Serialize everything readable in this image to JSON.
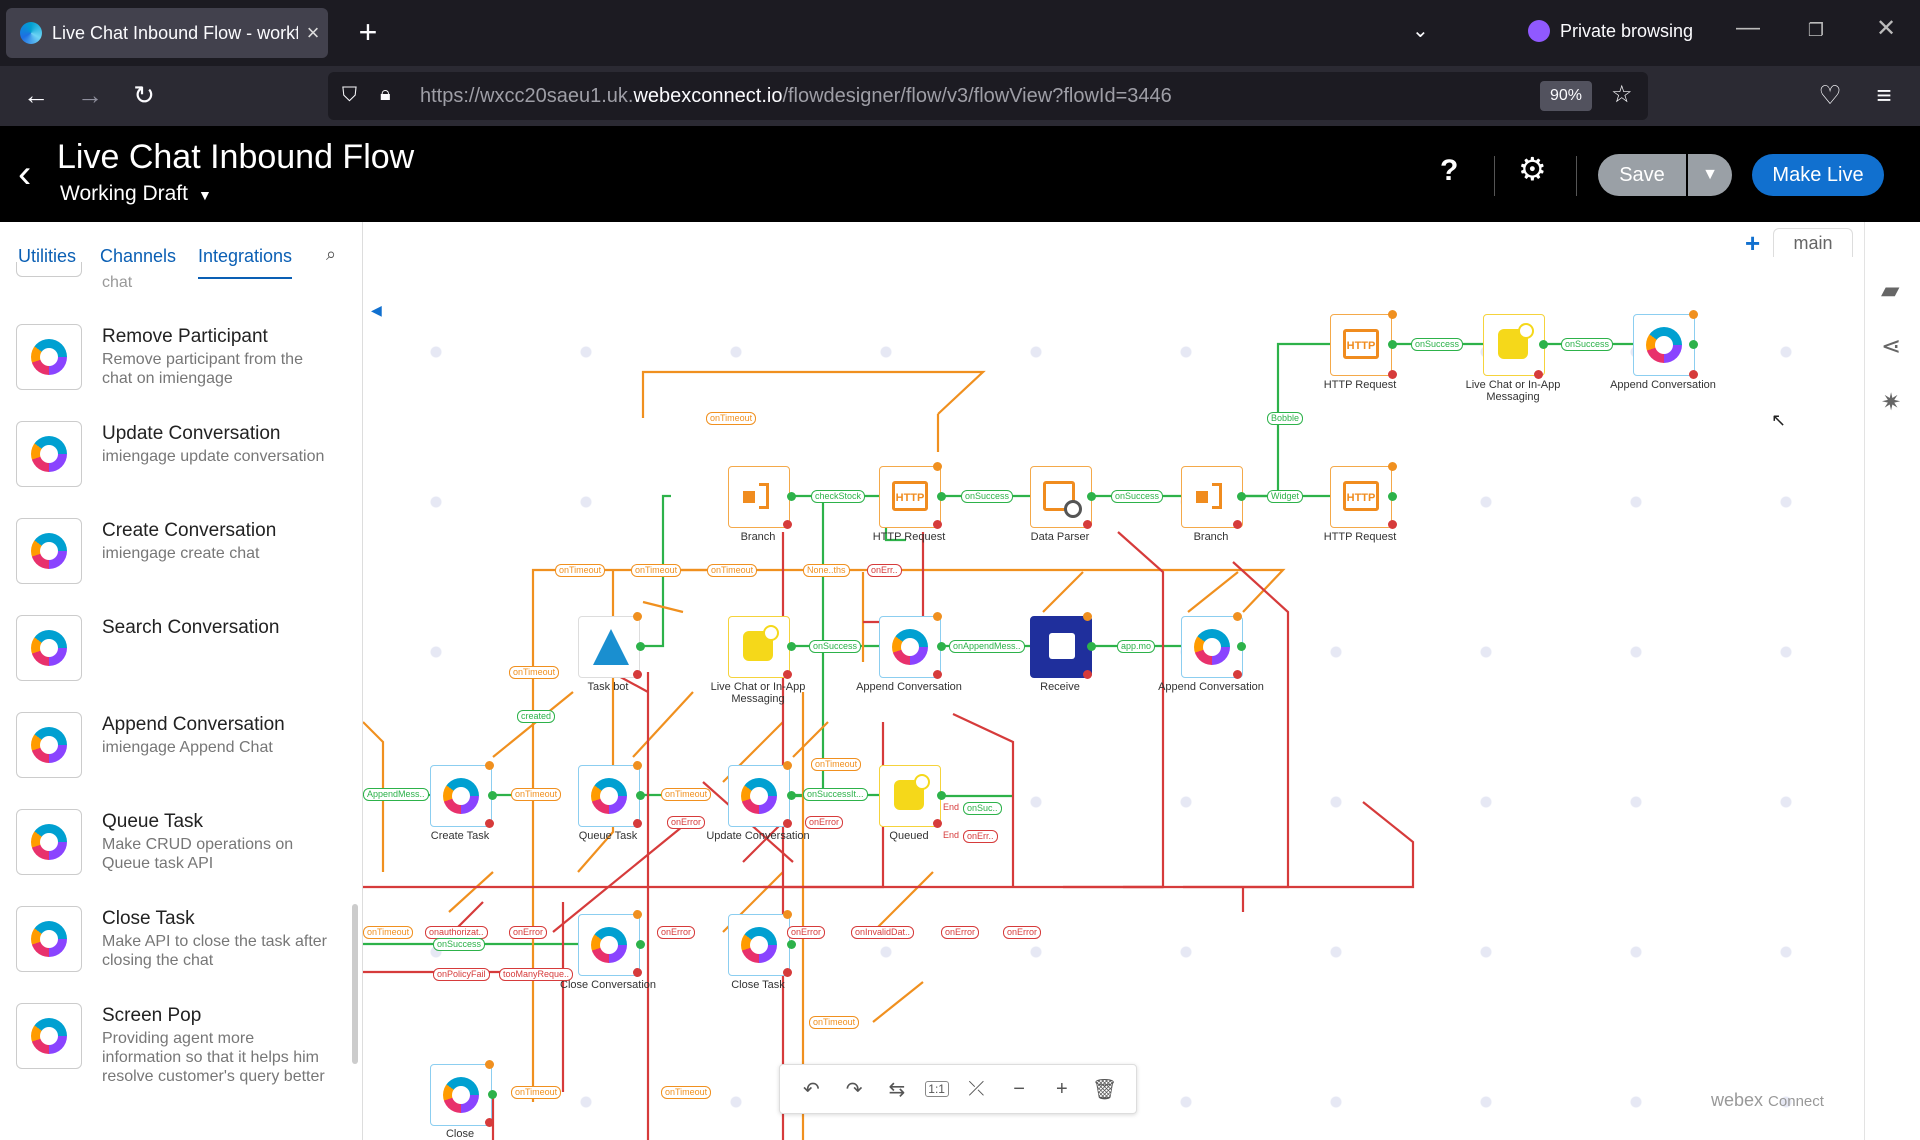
{
  "browser": {
    "tab_title": "Live Chat Inbound Flow - workfl",
    "private_label": "Private browsing",
    "url_prefix": "https://wxcc20saeu1.uk.",
    "url_domain": "webexconnect.io",
    "url_path": "/flowdesigner/flow/v3/flowView?flowId=3446",
    "zoom": "90%"
  },
  "header": {
    "title": "Live Chat Inbound Flow",
    "draft_label": "Working Draft",
    "help": "?",
    "save_label": "Save",
    "make_live_label": "Make Live"
  },
  "sidebar": {
    "tabs": [
      "Utilities",
      "Channels",
      "Integrations"
    ],
    "active_tab": "Integrations",
    "partial_label": "chat",
    "items": [
      {
        "name": "Remove Participant",
        "desc": "Remove participant from the chat on imiengage"
      },
      {
        "name": "Update Conversation",
        "desc": "imiengage update conversation"
      },
      {
        "name": "Create Conversation",
        "desc": "imiengage create chat"
      },
      {
        "name": "Search Conversation",
        "desc": ""
      },
      {
        "name": "Append Conversation",
        "desc": "imiengage Append Chat"
      },
      {
        "name": "Queue Task",
        "desc": "Make CRUD operations on Queue task API"
      },
      {
        "name": "Close Task",
        "desc": "Make API to close the task after closing the chat"
      },
      {
        "name": "Screen Pop",
        "desc": "Providing agent more information so that it helps him resolve customer's query better"
      }
    ]
  },
  "canvas": {
    "flow_tab": "main",
    "brand_a": "webex",
    "brand_b": "Connect",
    "nodes": [
      {
        "label": "HTTP Request",
        "kind": "http"
      },
      {
        "label": "Live Chat or In-App Messaging",
        "kind": "chat"
      },
      {
        "label": "Append Conversation",
        "kind": "int"
      },
      {
        "label": "Branch",
        "kind": "branch"
      },
      {
        "label": "HTTP Request",
        "kind": "http"
      },
      {
        "label": "Data Parser",
        "kind": "parse"
      },
      {
        "label": "Branch",
        "kind": "branch"
      },
      {
        "label": "HTTP Request",
        "kind": "http"
      },
      {
        "label": "Task bot",
        "kind": "bot"
      },
      {
        "label": "Live Chat or In-App Messaging",
        "kind": "chat"
      },
      {
        "label": "Append Conversation",
        "kind": "int"
      },
      {
        "label": "Receive",
        "kind": "recv"
      },
      {
        "label": "Append Conversation",
        "kind": "int"
      },
      {
        "label": "Create Task",
        "kind": "int"
      },
      {
        "label": "Queue Task",
        "kind": "int"
      },
      {
        "label": "Update Conversation",
        "kind": "int"
      },
      {
        "label": "Queued",
        "kind": "chat"
      },
      {
        "label": "Close Conversation",
        "kind": "int"
      },
      {
        "label": "Close Task",
        "kind": "int"
      },
      {
        "label": "Close",
        "kind": "int"
      }
    ],
    "edge_labels": {
      "onSuccess": "onSuccess",
      "onTimeout": "onTimeout",
      "checkStock": "checkStock",
      "bobble": "Bobble",
      "widget": "Widget",
      "onAppendMess": "onAppendMess..",
      "appmsg": "app.mo",
      "created": "created",
      "onError": "onError",
      "onPolicyFail": "onPolicyFail",
      "tooManyReque": "tooManyReque..",
      "onauthorizat": "onauthorizat..",
      "onSuccessS": "onSuccessIt...",
      "onInvalidDat": "onInvalidDat..",
      "End": "End",
      "Nono": "None..ths",
      "AppendMess": "AppendMess..",
      "onSucc": "onSuc..",
      "onErr": "onErr.."
    }
  },
  "toolbar": {
    "undo": "↶",
    "redo": "↷",
    "swap": "⇆",
    "fit": "1:1",
    "compress": "⤫",
    "zoom_out": "−",
    "zoom_in": "+",
    "delete": "🗑"
  },
  "colors": {
    "accent": "#1170cf",
    "success": "#2db24a",
    "timeout": "#f0901f",
    "error": "#d63b3b"
  }
}
